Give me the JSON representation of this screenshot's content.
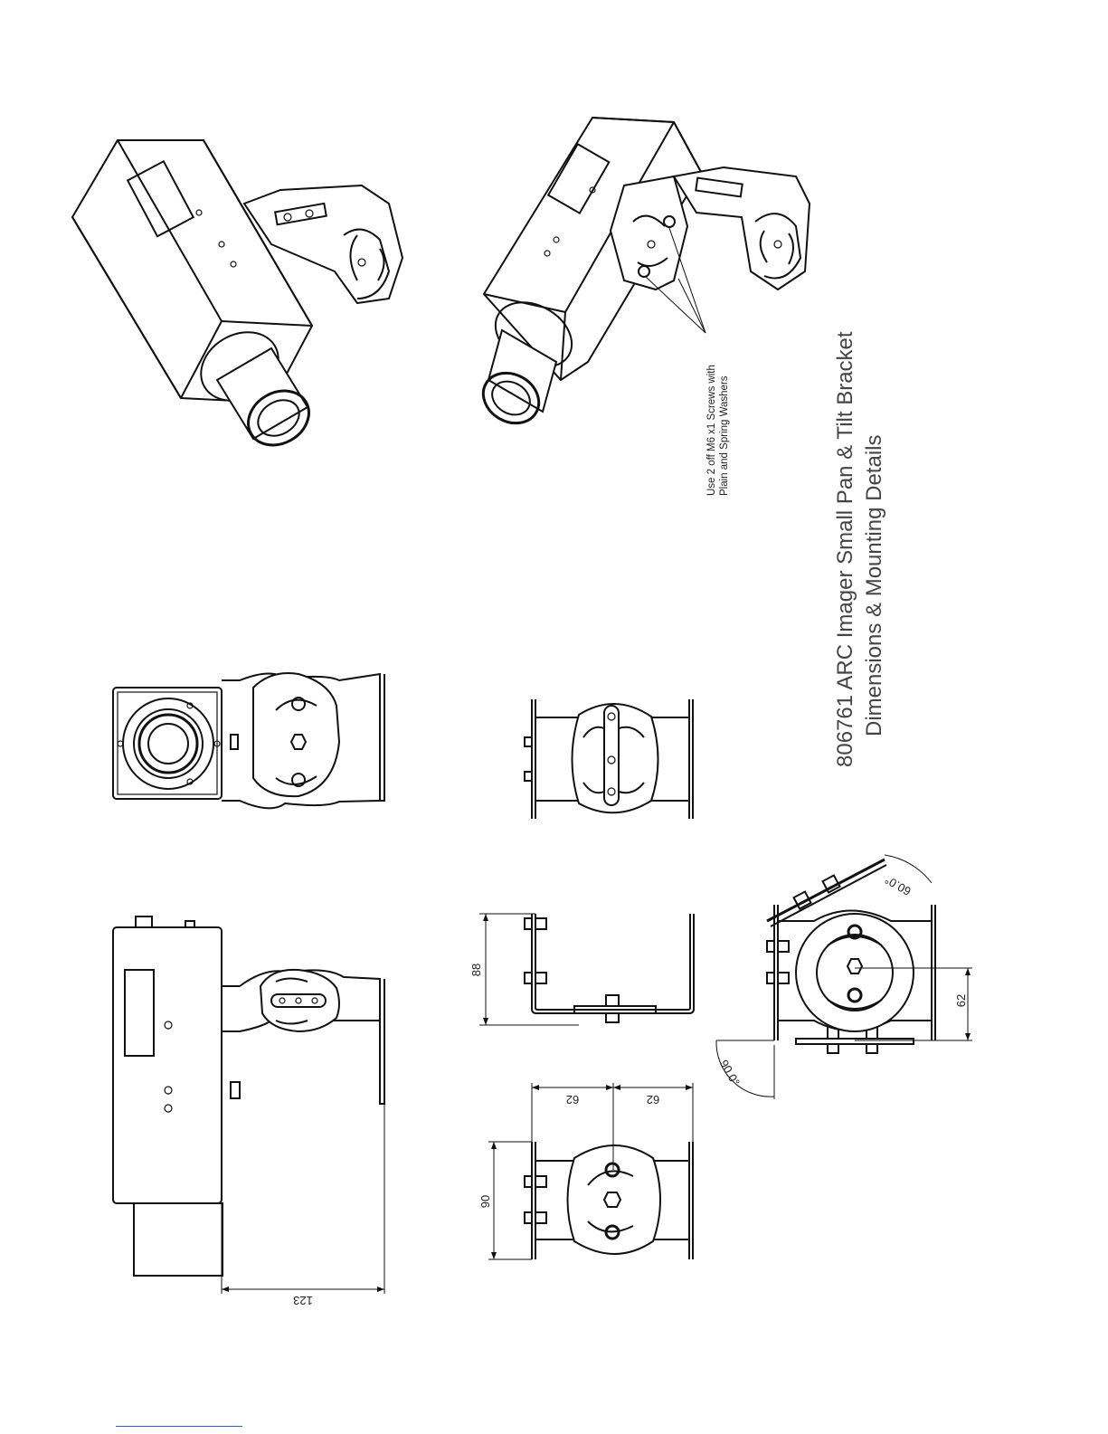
{
  "title": {
    "line1": "806761 ARC Imager Small Pan & Tilt Bracket",
    "line2": "Dimensions & Mounting Details"
  },
  "note": {
    "line1": "Use 2 off M6 x1 Screws with",
    "line2": "Plain and Spring Washers"
  },
  "dimensions": {
    "length_123": "123",
    "height_88": "88",
    "height_90": "90",
    "half_62_a": "62",
    "half_62_b": "62",
    "width_62": "62",
    "angle_90": "90.0°",
    "angle_60": "60.0°"
  },
  "colors": {
    "line": "#111111",
    "title_text": "#444444",
    "footer_link": "#3355ff"
  }
}
